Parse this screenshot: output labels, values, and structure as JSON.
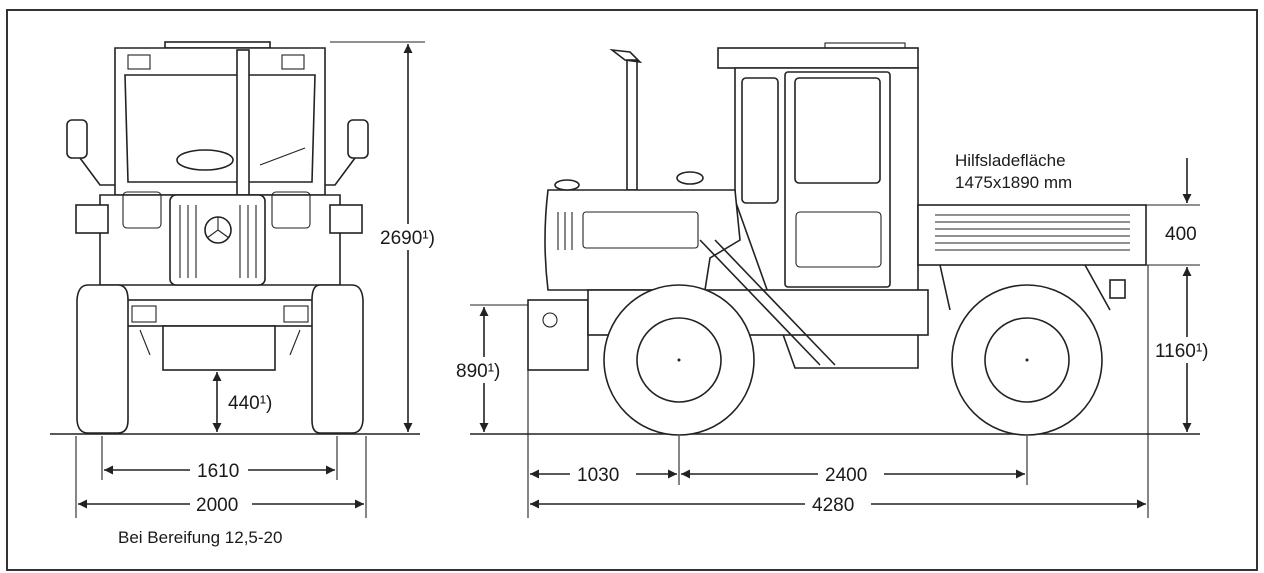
{
  "front_view": {
    "height_label": "2690¹)",
    "clearance_label": "440¹)",
    "track_label": "1610",
    "overall_width_label": "2000",
    "tyre_note": "Bei Bereifung 12,5-20"
  },
  "side_view": {
    "platform_title": "Hilfsladefläche",
    "platform_size": "1475x1890 mm",
    "platform_side_height": "400",
    "platform_height_label": "1160¹)",
    "front_height_label": "890¹)",
    "front_overhang_label": "1030",
    "wheelbase_label": "2400",
    "overall_length_label": "4280"
  }
}
